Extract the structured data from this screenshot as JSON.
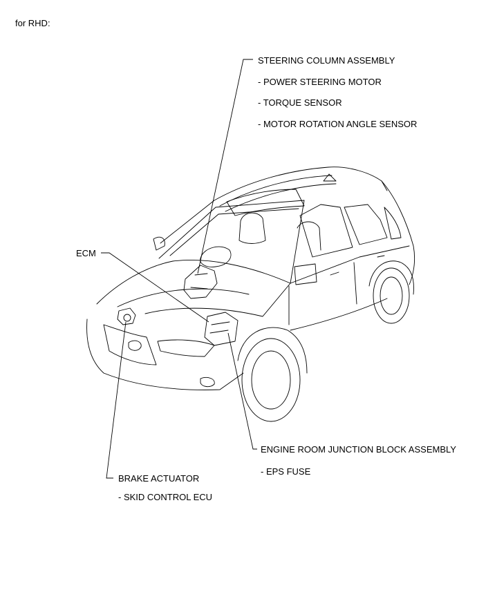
{
  "header": {
    "caption": "for RHD:"
  },
  "labels": {
    "steering_title": "STEERING COLUMN ASSEMBLY",
    "steering_sub1": "- POWER STEERING MOTOR",
    "steering_sub2": "- TORQUE SENSOR",
    "steering_sub3": "- MOTOR ROTATION ANGLE SENSOR",
    "ecm": "ECM",
    "junction_title": "ENGINE ROOM JUNCTION BLOCK ASSEMBLY",
    "junction_sub": "- EPS FUSE",
    "brake_title": "BRAKE ACTUATOR",
    "brake_sub": "- SKID CONTROL ECU"
  }
}
